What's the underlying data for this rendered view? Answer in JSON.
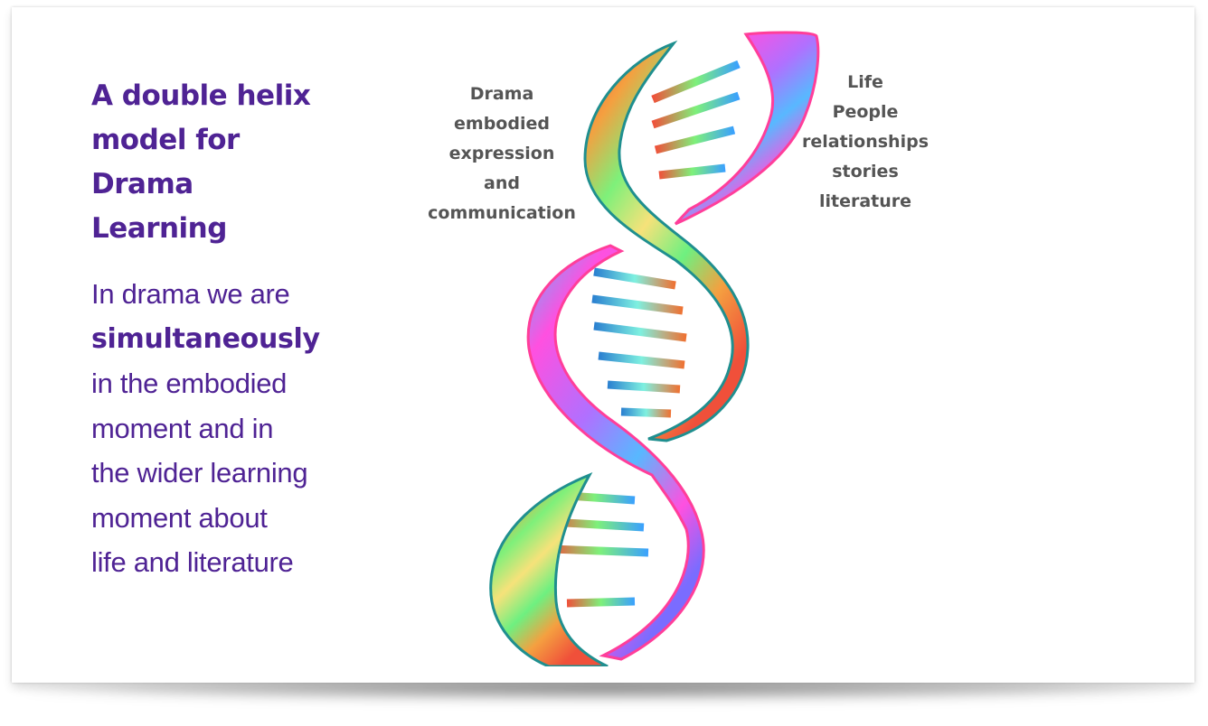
{
  "slide": {
    "title_lines": [
      "A double helix",
      "model for",
      "Drama",
      "Learning"
    ],
    "body_lines": [
      "In drama we are",
      "simultaneously",
      "in the embodied",
      "moment and in",
      "the wider learning",
      "moment about",
      "life and literature"
    ],
    "body_emphasis": "simultaneously"
  },
  "diagram": {
    "left_label_lines": [
      "Drama",
      "embodied",
      "expression",
      "and",
      "communication"
    ],
    "right_label_lines": [
      "Life",
      "People",
      "relationships",
      "stories",
      "literature"
    ]
  },
  "colors": {
    "title": "#4f2394",
    "label": "#555555",
    "helix_gradient": [
      "#f0503a",
      "#f4a040",
      "#f6e27a",
      "#6ef080",
      "#58b8ff",
      "#b070ff",
      "#ff50e0"
    ],
    "helix_edge": "#1f8f8f",
    "helix_edge_alt": "#ff3e9a"
  }
}
